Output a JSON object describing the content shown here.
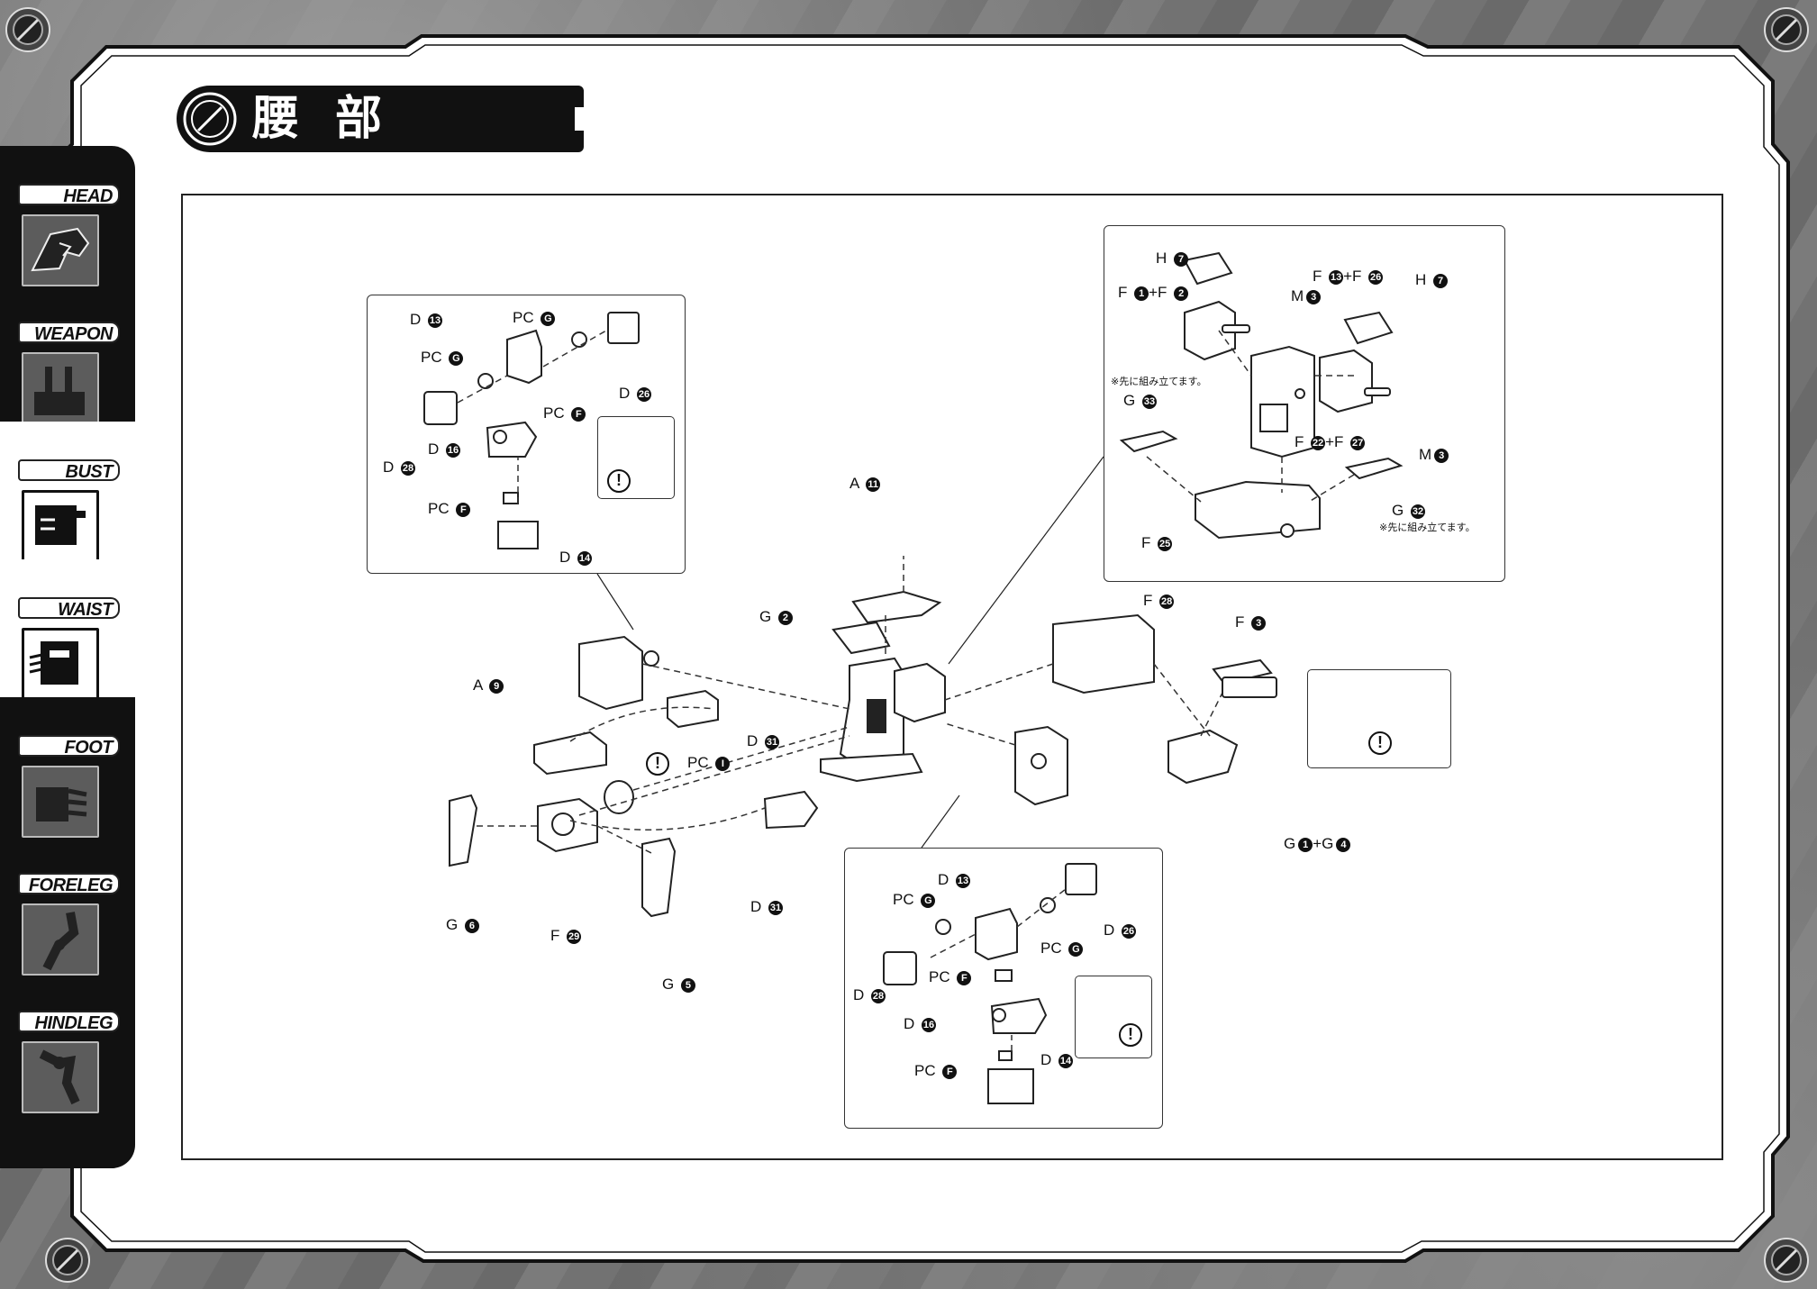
{
  "page": {
    "title": "腰部",
    "accent_color": "#111111",
    "background_color": "#ffffff"
  },
  "sidebar": {
    "tabs": [
      {
        "label": "HEAD",
        "icon": "head-icon",
        "active": false
      },
      {
        "label": "WEAPON",
        "icon": "weapon-icon",
        "active": false
      },
      {
        "label": "BUST",
        "icon": "bust-icon",
        "active": true
      },
      {
        "label": "WAIST",
        "icon": "waist-icon",
        "active": true
      },
      {
        "label": "FOOT",
        "icon": "foot-icon",
        "active": false
      },
      {
        "label": "FORELEG",
        "icon": "foreleg-icon",
        "active": false
      },
      {
        "label": "HINDLEG",
        "icon": "hindleg-icon",
        "active": false
      }
    ]
  },
  "diagram": {
    "main_labels": [
      {
        "prefix": "A",
        "num": "11"
      },
      {
        "prefix": "G",
        "num": "2"
      },
      {
        "prefix": "A",
        "num": "9"
      },
      {
        "prefix": "PC",
        "num": "I"
      },
      {
        "prefix": "D",
        "num": "31"
      },
      {
        "prefix": "D",
        "num": "31"
      },
      {
        "prefix": "G",
        "num": "6"
      },
      {
        "prefix": "F",
        "num": "29"
      },
      {
        "prefix": "G",
        "num": "5"
      },
      {
        "prefix": "F",
        "num": "28"
      },
      {
        "prefix": "F",
        "num": "3"
      },
      {
        "prefix": "G",
        "num": "1",
        "joiner": "+G",
        "num2": "4"
      }
    ],
    "callout_left": {
      "labels": [
        {
          "prefix": "D",
          "num": "13"
        },
        {
          "prefix": "PC",
          "num": "G"
        },
        {
          "prefix": "PC",
          "num": "G"
        },
        {
          "prefix": "D",
          "num": "26"
        },
        {
          "prefix": "PC",
          "num": "F"
        },
        {
          "prefix": "D",
          "num": "16"
        },
        {
          "prefix": "D",
          "num": "28"
        },
        {
          "prefix": "PC",
          "num": "F"
        },
        {
          "prefix": "D",
          "num": "14"
        }
      ]
    },
    "callout_right": {
      "labels": [
        {
          "prefix": "H",
          "num": "7"
        },
        {
          "prefix": "F",
          "num": "13",
          "joiner": "+F",
          "num2": "26"
        },
        {
          "prefix": "H",
          "num": "7"
        },
        {
          "prefix": "F",
          "num": "1",
          "joiner": "+F",
          "num2": "2"
        },
        {
          "prefix": "M",
          "num": "3"
        },
        {
          "prefix": "G",
          "num": "33"
        },
        {
          "prefix": "F",
          "num": "22",
          "joiner": "+F",
          "num2": "27"
        },
        {
          "prefix": "M",
          "num": "3"
        },
        {
          "prefix": "G",
          "num": "32"
        },
        {
          "prefix": "F",
          "num": "25"
        }
      ],
      "notes": [
        "※先に組み立てます。",
        "※先に組み立てます。"
      ]
    },
    "callout_bottom": {
      "labels": [
        {
          "prefix": "D",
          "num": "13"
        },
        {
          "prefix": "PC",
          "num": "G"
        },
        {
          "prefix": "D",
          "num": "26"
        },
        {
          "prefix": "PC",
          "num": "G"
        },
        {
          "prefix": "D",
          "num": "28"
        },
        {
          "prefix": "PC",
          "num": "F"
        },
        {
          "prefix": "D",
          "num": "16"
        },
        {
          "prefix": "PC",
          "num": "F"
        },
        {
          "prefix": "D",
          "num": "14"
        }
      ]
    },
    "warning_symbol": "!"
  }
}
